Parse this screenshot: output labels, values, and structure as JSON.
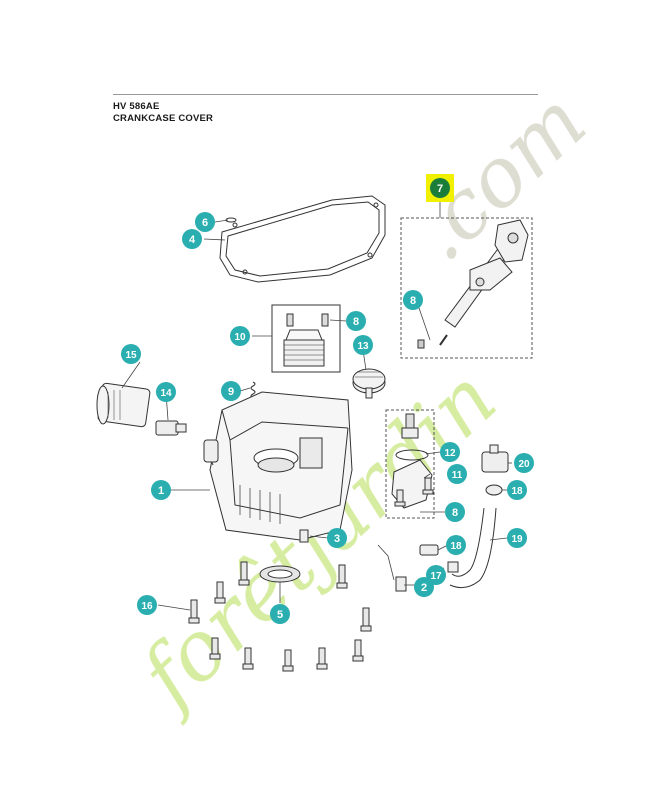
{
  "header": {
    "model": "HV 586AE",
    "section": "CRANKCASE COVER"
  },
  "watermark": {
    "text_main": "forêtjardin",
    "text_suffix": ".com",
    "color_green": "#d4ec9c",
    "color_grey": "#dcdcd0"
  },
  "colors": {
    "callout_teal": "#2aaeb0",
    "callout_highlight_dark": "#1a7d3a",
    "highlight_yellow": "#f0f000",
    "line": "#333333"
  },
  "callouts": [
    {
      "id": "c7",
      "label": "7",
      "highlight": true
    },
    {
      "id": "c6",
      "label": "6"
    },
    {
      "id": "c4",
      "label": "4"
    },
    {
      "id": "c8a",
      "label": "8"
    },
    {
      "id": "c10",
      "label": "10"
    },
    {
      "id": "c8b",
      "label": "8"
    },
    {
      "id": "c13",
      "label": "13"
    },
    {
      "id": "c15",
      "label": "15"
    },
    {
      "id": "c14",
      "label": "14"
    },
    {
      "id": "c9",
      "label": "9"
    },
    {
      "id": "c12",
      "label": "12"
    },
    {
      "id": "c11",
      "label": "11"
    },
    {
      "id": "c20",
      "label": "20"
    },
    {
      "id": "c18a",
      "label": "18"
    },
    {
      "id": "c1",
      "label": "1"
    },
    {
      "id": "c8c",
      "label": "8"
    },
    {
      "id": "c3",
      "label": "3"
    },
    {
      "id": "c18b",
      "label": "18"
    },
    {
      "id": "c19",
      "label": "19"
    },
    {
      "id": "c17",
      "label": "17"
    },
    {
      "id": "c2",
      "label": "2"
    },
    {
      "id": "c16",
      "label": "16"
    },
    {
      "id": "c5",
      "label": "5"
    }
  ]
}
